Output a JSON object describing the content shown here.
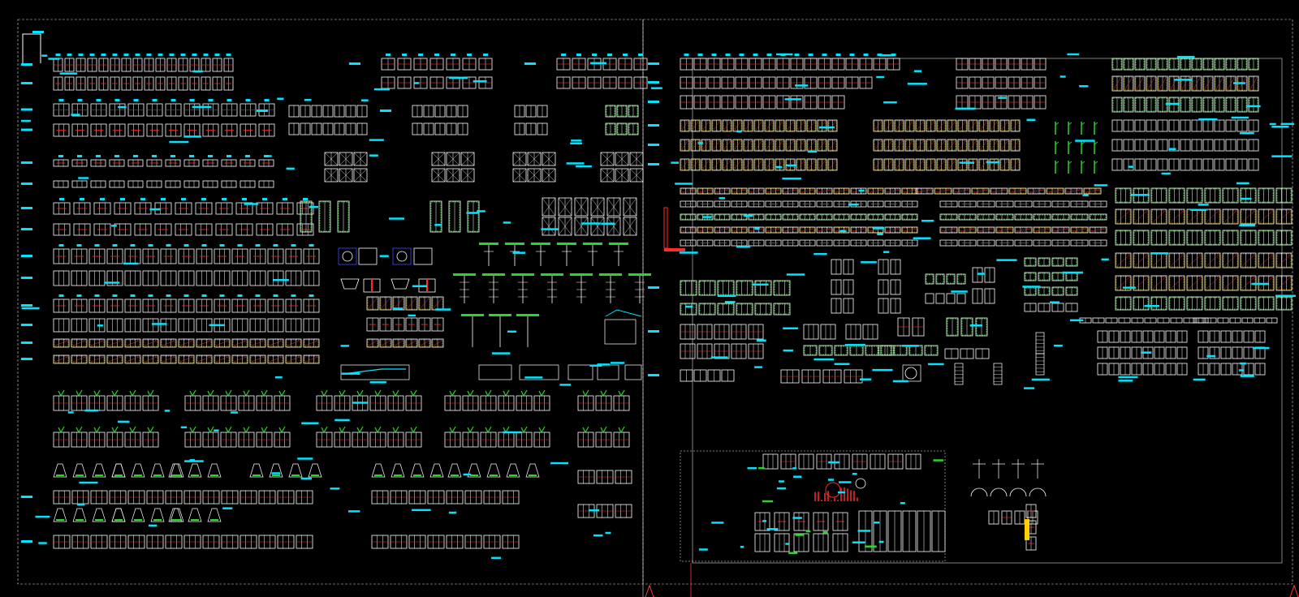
{
  "app": {
    "name": "",
    "view": "model-space"
  },
  "colors": {
    "background": "#000000",
    "frame": "#d8d8d8",
    "detail_line": "#ffffff",
    "text_label": "#00e5ff",
    "hatch": "#2bd62b",
    "section_cut": "#ff2a2a",
    "highlight": "#ffd000",
    "axis_marker": "#ff3a3a"
  },
  "drawing": {
    "sheets": [
      "left-sheet",
      "right-sheet"
    ],
    "panels": [
      {
        "name": "casement-window-elevations-row-1",
        "count": 16
      },
      {
        "name": "casement-window-elevations-row-2",
        "count": 16
      },
      {
        "name": "sliding-window-elevations",
        "count": 12
      },
      {
        "name": "strip-window-sections",
        "count": 12
      },
      {
        "name": "fixed-window-elevations",
        "count": 15
      },
      {
        "name": "door-elevations",
        "count": 15
      },
      {
        "name": "hatched-door-sections",
        "count": 15
      },
      {
        "name": "planter-window-details",
        "count": 32
      },
      {
        "name": "column-footing-details",
        "count": 28
      },
      {
        "name": "curtain-wall-elevations",
        "count": 20
      },
      {
        "name": "louver-panel-elevations",
        "count": 12
      },
      {
        "name": "cabinet-elevations",
        "count": 18
      }
    ]
  }
}
